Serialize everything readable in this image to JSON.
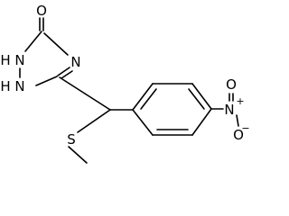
{
  "atoms": {
    "carbonyl_o": "O",
    "nh_top": "N",
    "h_top": "H",
    "nh_bottom": "N",
    "h_bottom": "H",
    "ring_n": "N",
    "nitro_n": "N",
    "nitro_n_charge": "+",
    "nitro_o_top": "O",
    "nitro_o_right": "O",
    "nitro_o_charge": "−",
    "sulfur": "S"
  }
}
